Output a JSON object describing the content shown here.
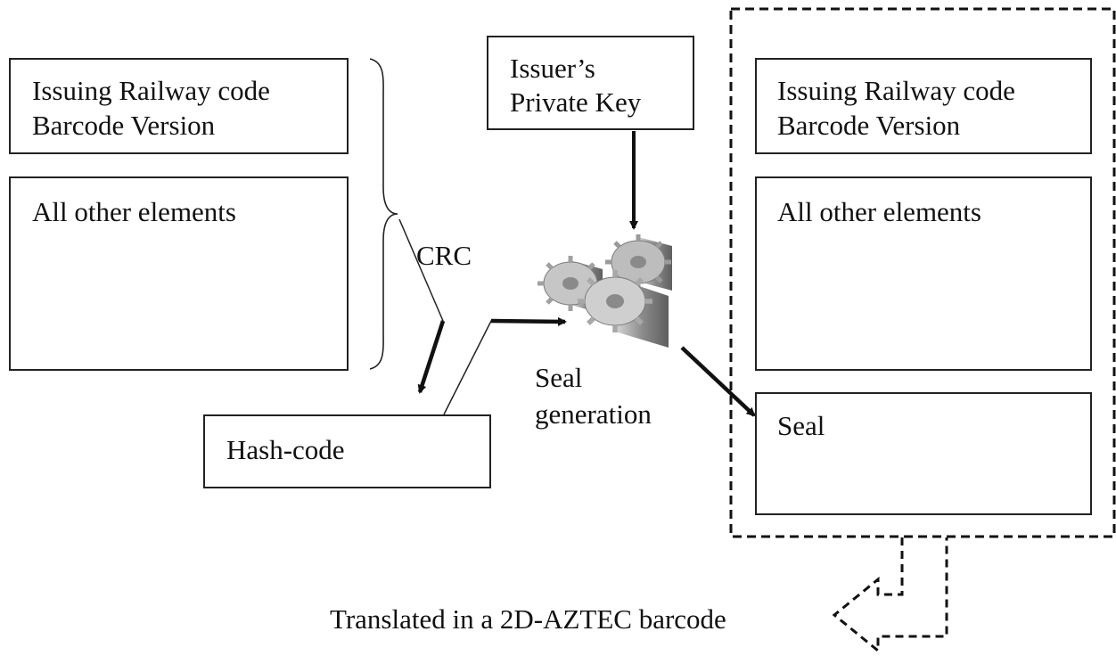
{
  "left_panel": {
    "header_line1": "Issuing Railway code",
    "header_line2": "Barcode Version",
    "body": "All other elements"
  },
  "crc_label": "CRC",
  "hash_label": "Hash-code",
  "key": {
    "line1": "Issuer’s",
    "line2": "Private Key"
  },
  "seal_generation": {
    "line1": "Seal",
    "line2": "generation",
    "icon": "gears-icon"
  },
  "right_panel": {
    "header_line1": "Issuing Railway code",
    "header_line2": "Barcode Version",
    "body": "All other elements",
    "seal": "Seal"
  },
  "output_label": "Translated in a 2D-AZTEC barcode",
  "colors": {
    "line": "#111111",
    "gear_light": "#c8c8c8",
    "gear_mid": "#9a9a9a",
    "gear_dark": "#6e6e6e"
  }
}
